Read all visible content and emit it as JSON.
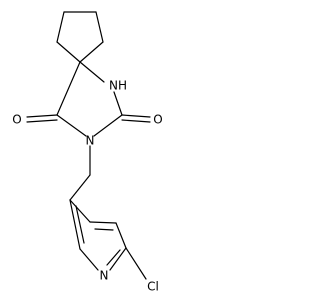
{
  "molecule": {
    "atoms": {
      "nh": "NH",
      "n_imide": "N",
      "o_left": "O",
      "o_right": "O",
      "n_pyridine": "N",
      "cl": "Cl"
    }
  }
}
